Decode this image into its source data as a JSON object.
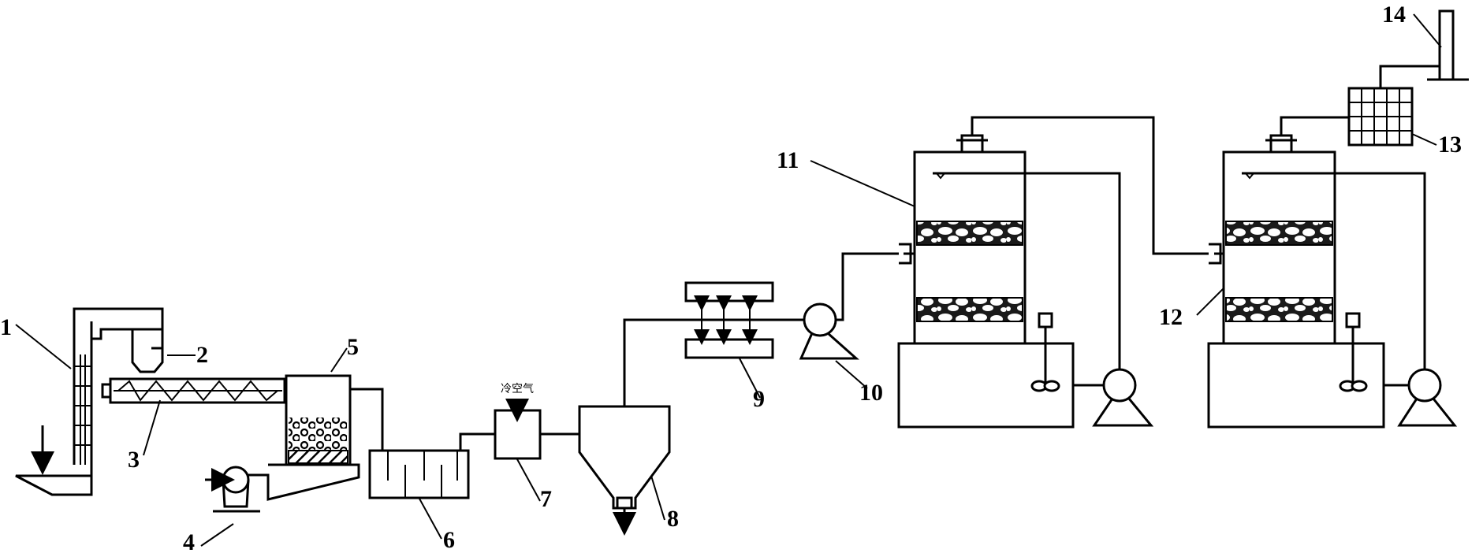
{
  "labels": {
    "l1": "1",
    "l2": "2",
    "l3": "3",
    "l4": "4",
    "l5": "5",
    "l6": "6",
    "l7": "7",
    "l8": "8",
    "l9": "9",
    "l10": "10",
    "l11": "11",
    "l12": "12",
    "l13": "13",
    "l14": "14"
  },
  "annotations": {
    "cold_air": "冷空气"
  }
}
